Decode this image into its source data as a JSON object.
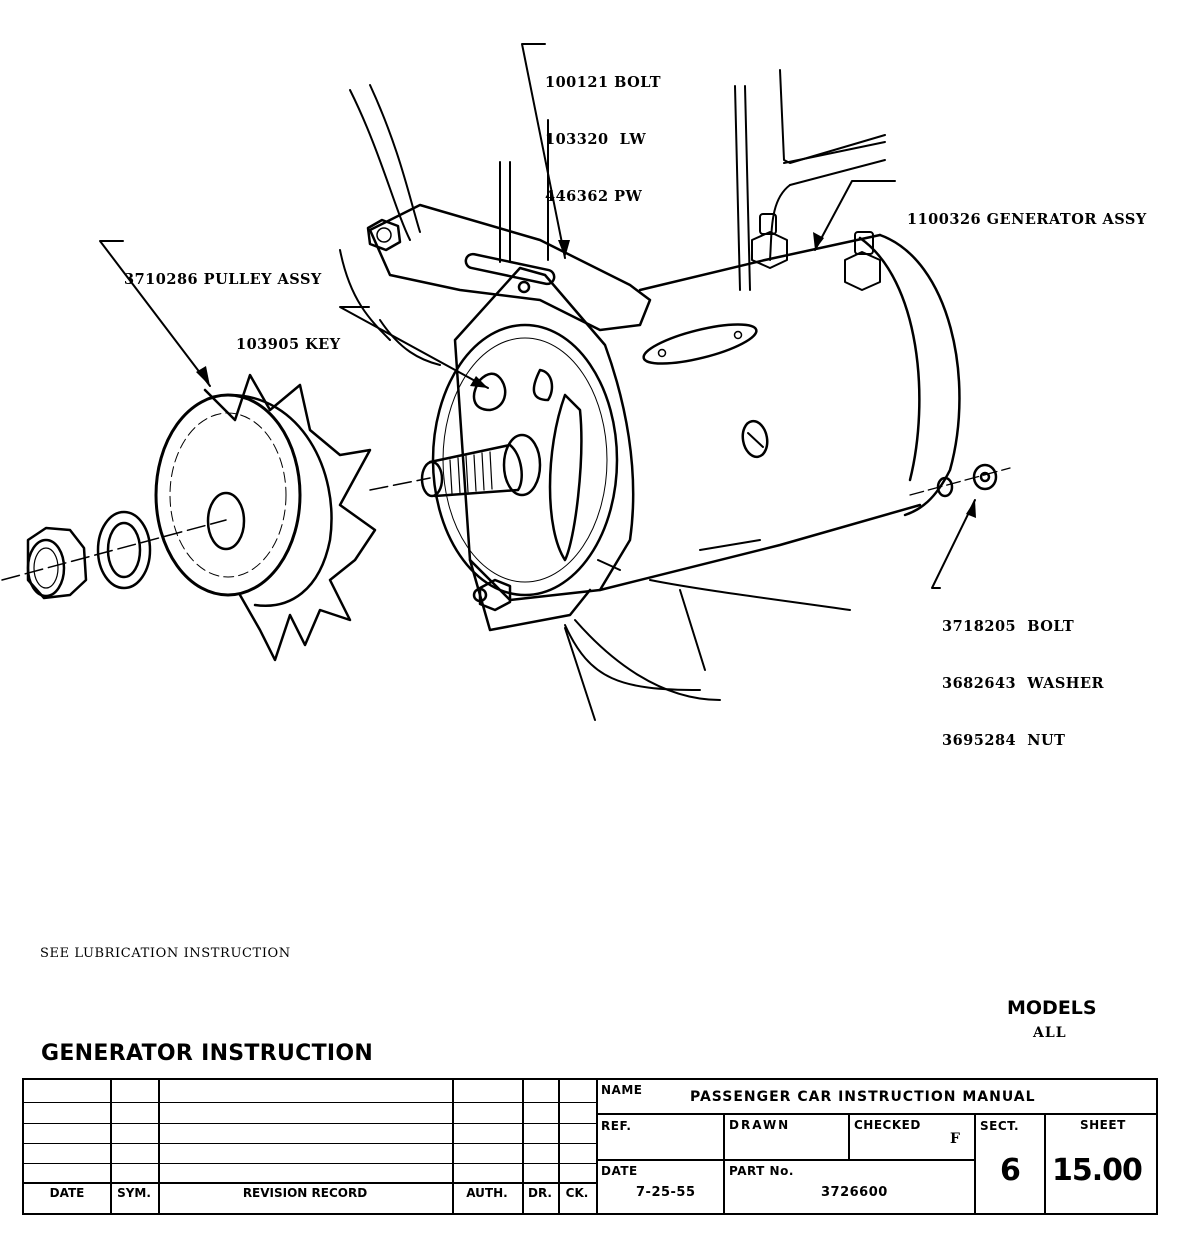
{
  "drawing": {
    "title": "GENERATOR INSTRUCTION",
    "note": "SEE LUBRICATION INSTRUCTION",
    "models": {
      "label": "MODELS",
      "value": "ALL"
    },
    "callouts": {
      "bolt_group_top": [
        {
          "part_no": "100121",
          "name": "BOLT"
        },
        {
          "part_no": "103320",
          "name": "LW"
        },
        {
          "part_no": "446362",
          "name": "PW"
        }
      ],
      "generator": {
        "part_no": "1100326",
        "name": "GENERATOR ASSY"
      },
      "pulley": {
        "part_no": "3710286",
        "name": "PULLEY ASSY"
      },
      "key": {
        "part_no": "103905",
        "name": "KEY"
      },
      "bolt_group_bottom": [
        {
          "part_no": "3718205",
          "name": "BOLT"
        },
        {
          "part_no": "3682643",
          "name": "WASHER"
        },
        {
          "part_no": "3695284",
          "name": "NUT"
        }
      ]
    },
    "text": {
      "bolt_top_1": "100121 BOLT",
      "bolt_top_2": "103320  LW",
      "bolt_top_3": "446362 PW",
      "generator": "1100326 GENERATOR ASSY",
      "pulley": "3710286 PULLEY ASSY",
      "key": "103905 KEY",
      "bolt_bottom_1": "3718205  BOLT",
      "bolt_bottom_2": "3682643  WASHER",
      "bolt_bottom_3": "3695284  NUT"
    }
  },
  "title_block": {
    "revision_headers": [
      "DATE",
      "SYM.",
      "REVISION RECORD",
      "AUTH.",
      "DR.",
      "CK."
    ],
    "revision_rows": [
      [
        "",
        "",
        "",
        "",
        "",
        ""
      ],
      [
        "",
        "",
        "",
        "",
        "",
        ""
      ],
      [
        "",
        "",
        "",
        "",
        "",
        ""
      ],
      [
        "",
        "",
        "",
        "",
        "",
        ""
      ]
    ],
    "name_label": "NAME",
    "name_value": "PASSENGER CAR INSTRUCTION MANUAL",
    "ref_label": "REF.",
    "ref_value": "",
    "drawn_label": "DRAWN",
    "drawn_value": "",
    "checked_label": "CHECKED",
    "checked_value": "F",
    "date_label": "DATE",
    "date_value": "7-25-55",
    "part_label": "PART No.",
    "part_value": "3726600",
    "sect_label": "SECT.",
    "sect_value": "6",
    "sheet_label": "SHEET",
    "sheet_value": "15.00"
  }
}
